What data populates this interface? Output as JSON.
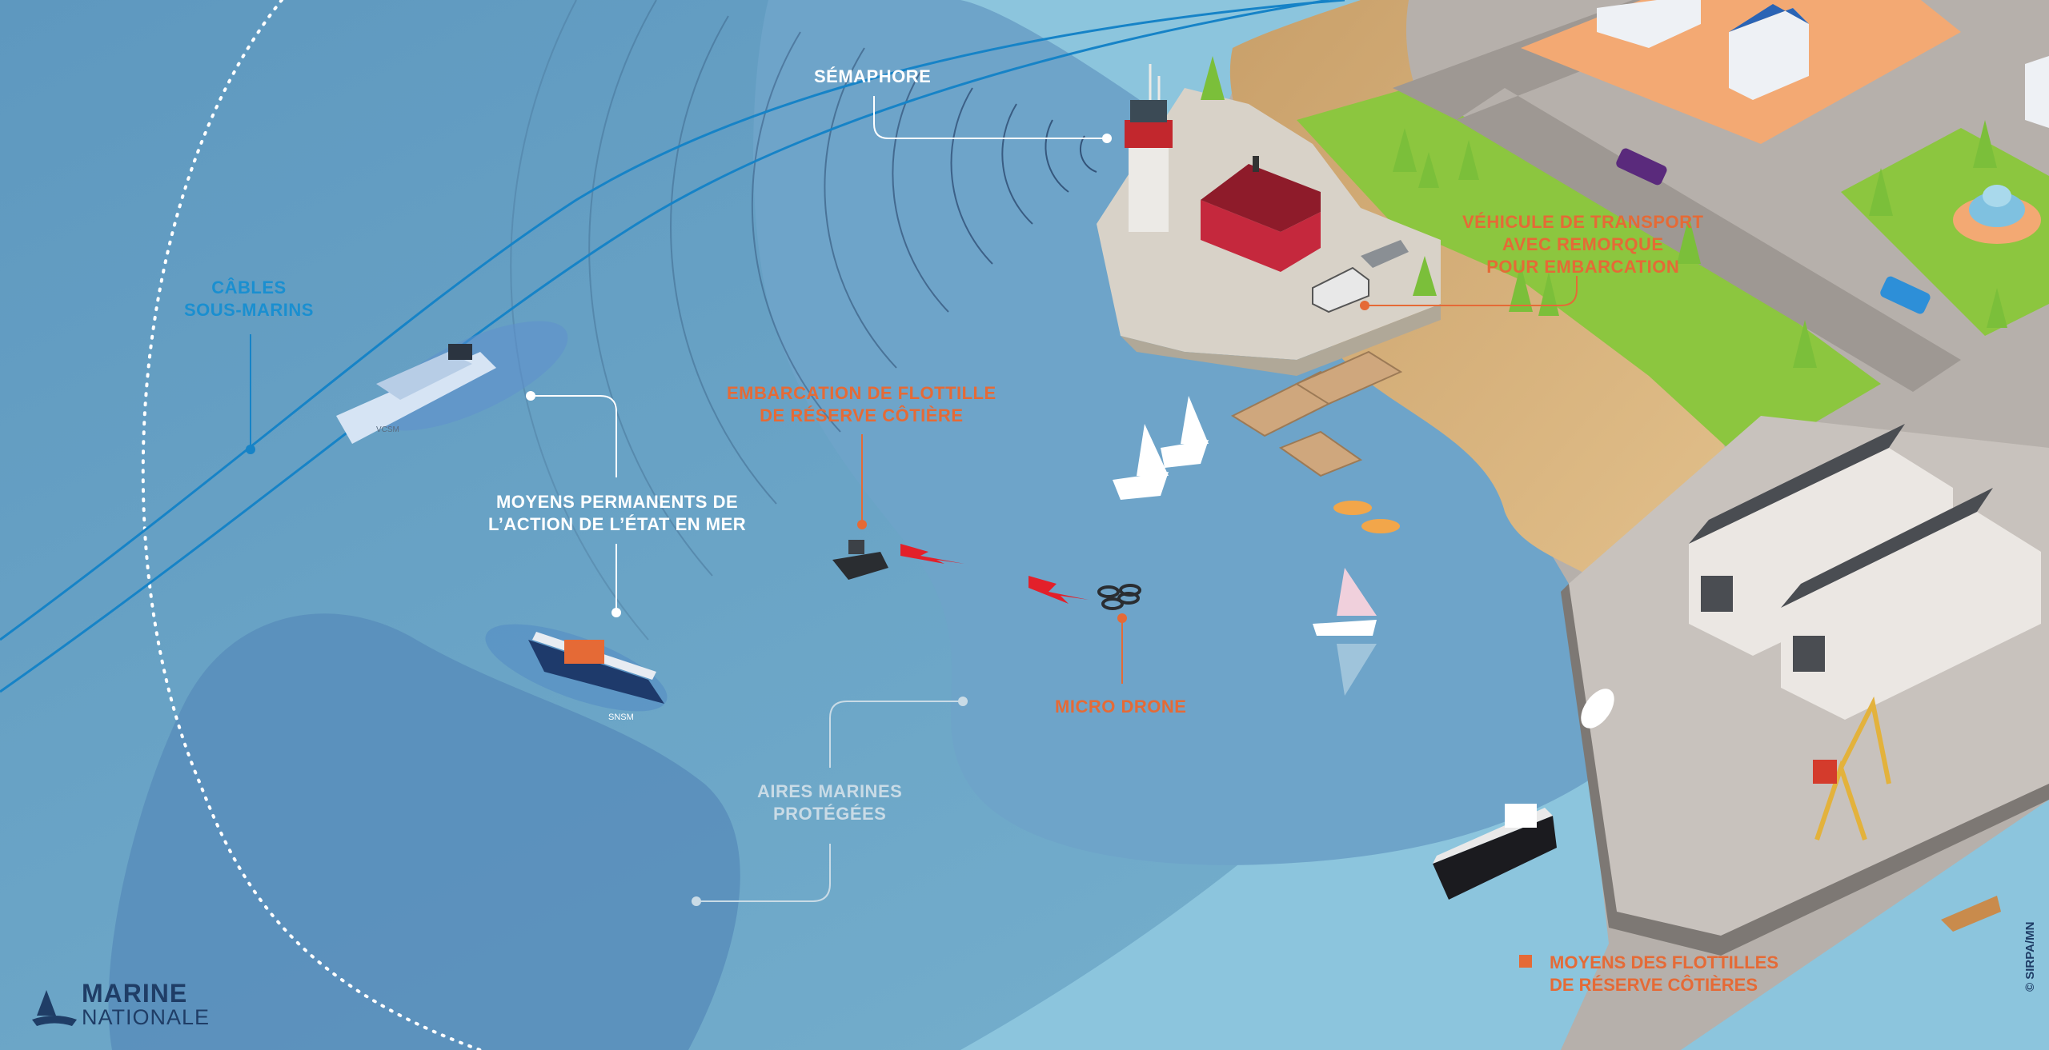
{
  "labels": {
    "semaphore": "SÉMAPHORE",
    "cables_l1": "CÂBLES",
    "cables_l2": "SOUS-MARINS",
    "moyens_l1": "MOYENS PERMANENTS DE",
    "moyens_l2": "L’ACTION DE L’ÉTAT EN MER",
    "embarcation_l1": "EMBARCATION DE FLOTTILLE",
    "embarcation_l2": "DE RÉSERVE CÔTIÈRE",
    "vehicule_l1": "VÉHICULE DE TRANSPORT",
    "vehicule_l2": "AVEC REMORQUE",
    "vehicule_l3": "POUR EMBARCATION",
    "micro_drone": "MICRO DRONE",
    "aires_l1": "AIRES MARINES",
    "aires_l2": "PROTÉGÉES"
  },
  "legend": {
    "l1": "MOYENS DES FLOTTILLES",
    "l2": "DE RÉSERVE CÔTIÈRES"
  },
  "logo": {
    "l1": "MARINE",
    "l2": "NATIONALE"
  },
  "credit": "© SIRPA/MN",
  "boat_marks": {
    "vessel_top": "VCSM",
    "vessel_bottom": "SNSM"
  },
  "colors": {
    "sea_outer": "#5f9bc0",
    "sea_inner": "#7fb8d3",
    "accent_orange": "#e56a36",
    "accent_blue": "#1a8fd0",
    "grass": "#8cc63f",
    "sand": "#d9b27a",
    "land_grey": "#b0aaa6"
  }
}
